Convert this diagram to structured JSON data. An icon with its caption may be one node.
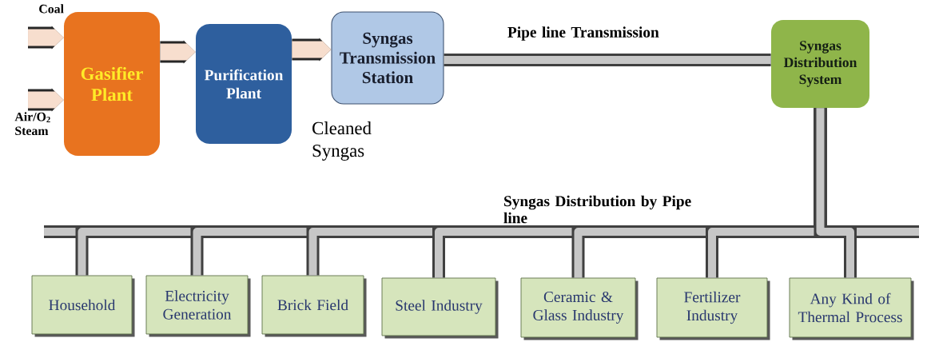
{
  "diagram": {
    "nodes": [
      {
        "text": [
          "Gasifier Plant"
        ]
      },
      {
        "text": [
          "Purification Plant"
        ]
      },
      {
        "text": [
          "Syngas Transmission Station"
        ]
      },
      {
        "text": [
          "Syngas Distribution System"
        ]
      },
      {
        "text": [
          "Household"
        ]
      },
      {
        "text": [
          "Electricity Generation"
        ]
      },
      {
        "text": [
          "Brick Field"
        ]
      },
      {
        "text": [
          "Steel Industry"
        ]
      },
      {
        "text": [
          "Ceramic & Glass Industry"
        ]
      },
      {
        "text": [
          "Fertilizer Industry"
        ]
      },
      {
        "text": [
          "Any Kind of Thermal Process"
        ]
      }
    ],
    "edges": [
      {
        "from": null,
        "to": 0,
        "arrow": "to",
        "color": "#f7dece"
      },
      {
        "from": null,
        "to": 0,
        "arrow": "to",
        "color": "#f7dece"
      },
      {
        "from": 0,
        "to": 1,
        "arrow": "to",
        "color": "#f7dece"
      },
      {
        "from": 1,
        "to": 2,
        "arrow": "to",
        "color": "#f7dece",
        "label": "Cleaned Syngas"
      },
      {
        "from": 2,
        "to": 3,
        "arrow": "none",
        "label": "Pipe line Transmission"
      },
      {
        "from": 3,
        "to": 4,
        "arrow": "none",
        "label": "Syngas Distribution by Pipe line"
      },
      {
        "from": 3,
        "to": 5,
        "arrow": "none"
      },
      {
        "from": 3,
        "to": 6,
        "arrow": "none"
      },
      {
        "from": 3,
        "to": 7,
        "arrow": "none"
      },
      {
        "from": 3,
        "to": 8,
        "arrow": "none"
      },
      {
        "from": 3,
        "to": 9,
        "arrow": "none"
      },
      {
        "from": 3,
        "to": 10,
        "arrow": "none"
      }
    ],
    "labels": [
      "Coal",
      "Air/O$_{2}$ Steam"
    ]
  }
}
